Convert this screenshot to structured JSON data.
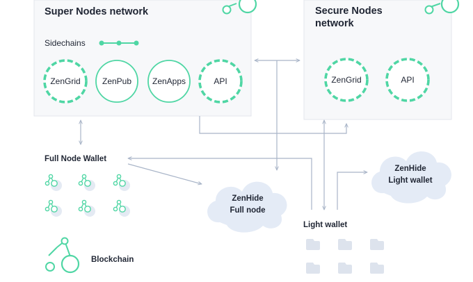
{
  "super_nodes": {
    "title": "Super Nodes network",
    "sidechains_label": "Sidechains",
    "nodes": [
      "ZenGrid",
      "ZenPub",
      "ZenApps",
      "API"
    ]
  },
  "secure_nodes": {
    "title_line1": "Secure Nodes",
    "title_line2": "network",
    "nodes": [
      "ZenGrid",
      "API"
    ]
  },
  "full_node_wallet": {
    "label": "Full Node Wallet"
  },
  "zenhide_full": {
    "line1": "ZenHide",
    "line2": "Full node"
  },
  "zenhide_light": {
    "line1": "ZenHide",
    "line2": "Light wallet"
  },
  "light_wallet": {
    "label": "Light wallet"
  },
  "blockchain": {
    "label": "Blockchain"
  },
  "colors": {
    "accent": "#4fd6a4",
    "box_bg": "#f7f8fa",
    "box_border": "#e3e6ec",
    "cloud": "#e4ebf6",
    "arrow": "#a9b5c8",
    "icon_gray": "#dde3ed"
  }
}
